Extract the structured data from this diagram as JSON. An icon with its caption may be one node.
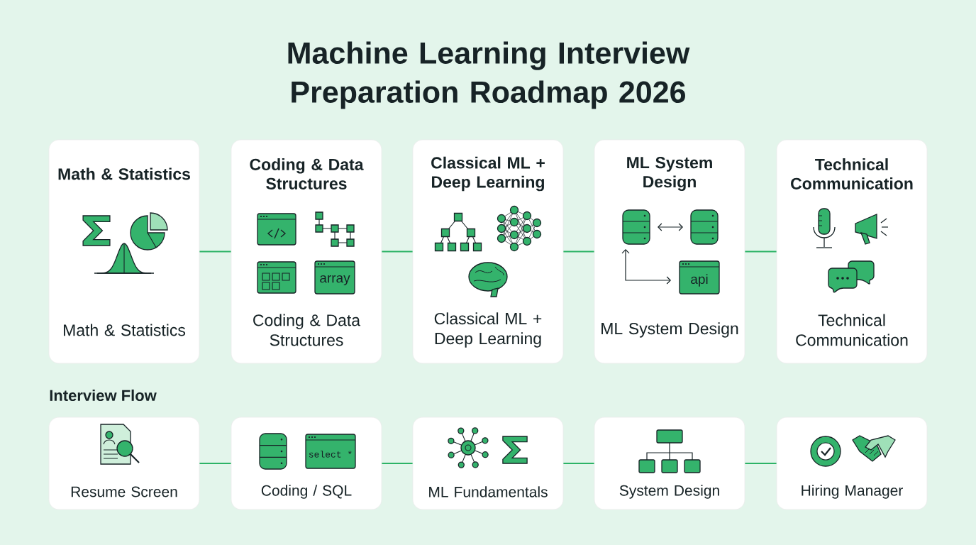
{
  "diagram": {
    "title": "Machine Learning Interview Preparation Roadmap 2026",
    "nodes": [
      {
        "text": [
          "Math & Statistics",
          "Math & Statistics"
        ]
      },
      {
        "text": [
          "Coding & Data Structures",
          "array",
          "Coding & Data Structures"
        ]
      },
      {
        "text": [
          "Classical ML + Deep Learning",
          "Classical ML + Deep Learning"
        ]
      },
      {
        "text": [
          "ML System Design",
          "api",
          "ML System Design"
        ]
      },
      {
        "text": [
          "Technical Communication",
          "Technical Communication"
        ]
      },
      {
        "text": [
          "Resume Screen"
        ]
      },
      {
        "text": [
          "select *",
          "Coding / SQL"
        ]
      },
      {
        "text": [
          "ML Fundamentals"
        ]
      },
      {
        "text": [
          "System Design"
        ]
      },
      {
        "text": [
          "Hiring Manager"
        ]
      }
    ],
    "edges": [
      {
        "from": 0,
        "to": 1,
        "arrow": "none"
      },
      {
        "from": 1,
        "to": 2,
        "arrow": "none"
      },
      {
        "from": 2,
        "to": 3,
        "arrow": "none"
      },
      {
        "from": 3,
        "to": 4,
        "arrow": "none"
      },
      {
        "from": 5,
        "to": 6,
        "arrow": "none"
      },
      {
        "from": 6,
        "to": 7,
        "arrow": "none"
      },
      {
        "from": 7,
        "to": 8,
        "arrow": "none"
      },
      {
        "from": 8,
        "to": 9,
        "arrow": "none"
      }
    ],
    "labels": [
      "Interview Flow"
    ]
  }
}
